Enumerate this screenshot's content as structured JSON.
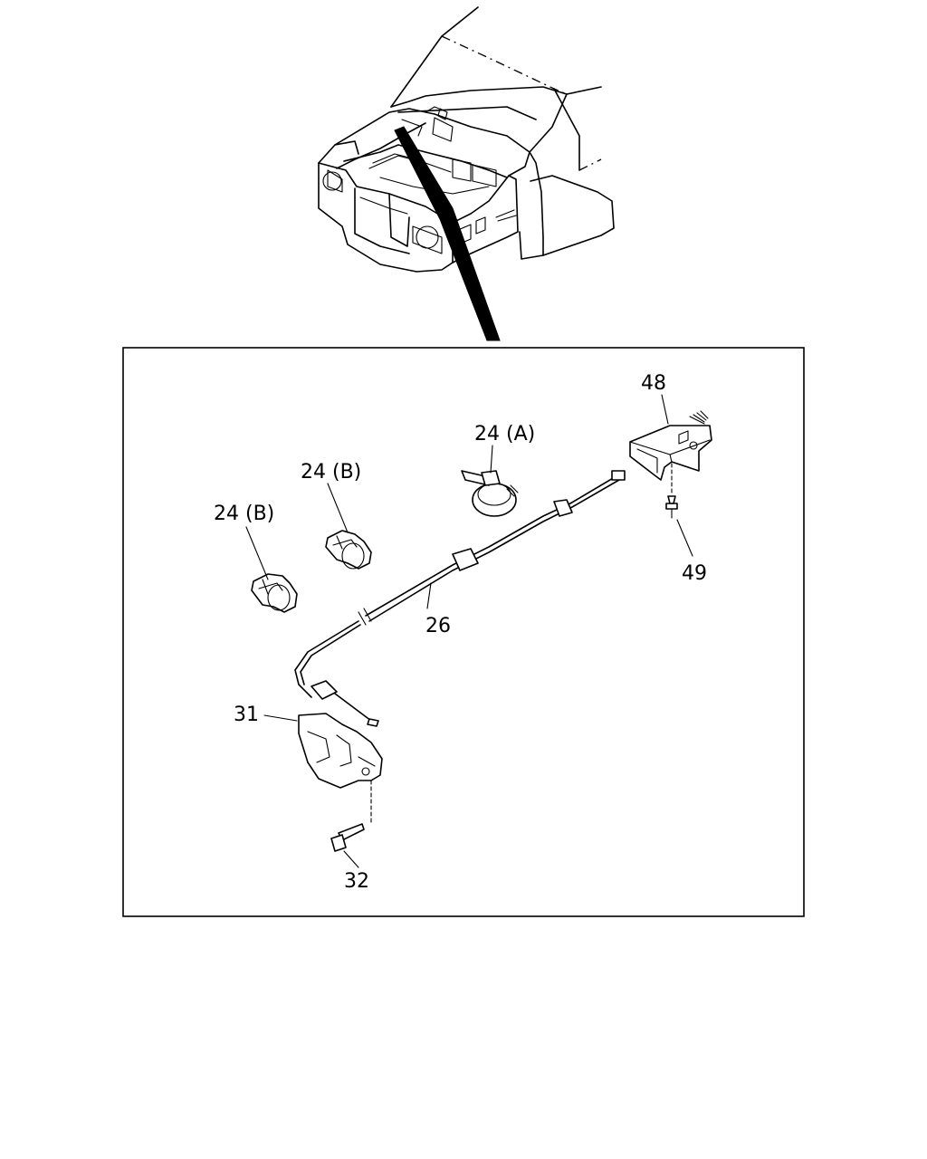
{
  "callouts": {
    "c48": "48",
    "c24a": "24 (A)",
    "c24b_upper": "24 (B)",
    "c24b_lower": "24 (B)",
    "c49": "49",
    "c26": "26",
    "c31": "31",
    "c32": "32"
  }
}
